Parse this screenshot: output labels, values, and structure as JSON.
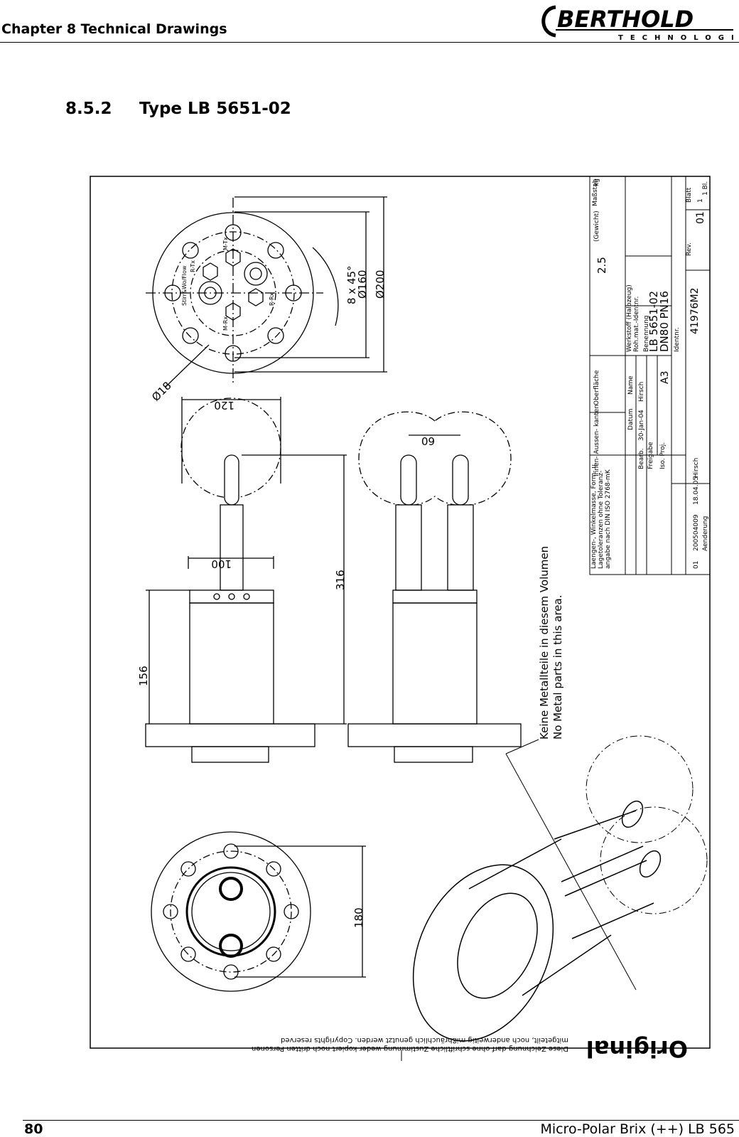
{
  "header": {
    "chapter": "Chapter 8 Technical Drawings",
    "logo_name": "BERTHOLD",
    "logo_sub": "TECHNOLOGIES"
  },
  "section": {
    "number": "8.5.2",
    "title": "Type LB 5651-02"
  },
  "drawing": {
    "dim_d200": "Ø200",
    "dim_d160": "Ø160",
    "dim_bolts": "8 x 45°",
    "dim_d18": "Ø18",
    "dim_120": "120",
    "dim_100": "100",
    "dim_316": "316",
    "dim_156": "156",
    "dim_60": "60",
    "dim_180": "180",
    "label_rtx": "R-Tx",
    "label_mtx": "M-Tx",
    "label_mrx": "M-Rx",
    "label_rrx": "R-Rx",
    "label_stirr": "Stirr&Wo/Flow",
    "note_de": "Keine Metallteile in diesem Volumen",
    "note_en": "No Metal parts in this area.",
    "copyright_line1": "Diese Zeichnung darf ohne schriftliche Zustimmung weder kopiert noch dritten Personen",
    "copyright_line2": "mitgeteilt, noch anderweitig mißbräuchlich genutzt werden. Copyrights reserved",
    "stamp": "Original",
    "tb_massstab_label": "Maßstab",
    "tb_massstab": "2.5",
    "tb_gewicht": "(Gewicht)",
    "tb_kg": "kg",
    "tb_werkstoff": "Werkstoff (Halbzeug)",
    "tb_rohmat": "Roh.mat.-Identnr.",
    "tb_benennung": "Benennung",
    "tb_name1": "LB 5651-02",
    "tb_name2": "DN80 PN16",
    "tb_identnr_label": "Identnr.",
    "tb_identnr": "41976M2",
    "tb_rev_label": "Rev.",
    "tb_rev": "01",
    "tb_blatt_label": "Blatt",
    "tb_blatt": "1",
    "tb_bl": "1 Bl.",
    "tb_oberflaeche": "Oberfläche",
    "tb_tolerance1": "Laengen-, Winkelmasse, Form- u.",
    "tb_tolerance2": "Lagetoleranzen ohne Toleranz-",
    "tb_tolerance3": "angabe nach DIN ISO 2768-mK",
    "tb_kanten": "Innen- Aussen- kanten",
    "tb_bearb": "Bearb.",
    "tb_bearb_date": "30-Jan-04",
    "tb_bearb_name": "Hirsch",
    "tb_datum": "Datum",
    "tb_name": "Name",
    "tb_freigabe": "Freigabe",
    "tb_iso": "Iso. Proj.",
    "tb_format": "A3",
    "tb_change_no": "01",
    "tb_change_ref": "200504009",
    "tb_change_date": "18.04.05",
    "tb_change_name": "Hirsch",
    "tb_aenderung": "Aenderung"
  },
  "footer": {
    "page": "80",
    "doc": "Micro-Polar Brix (++) LB 565"
  }
}
